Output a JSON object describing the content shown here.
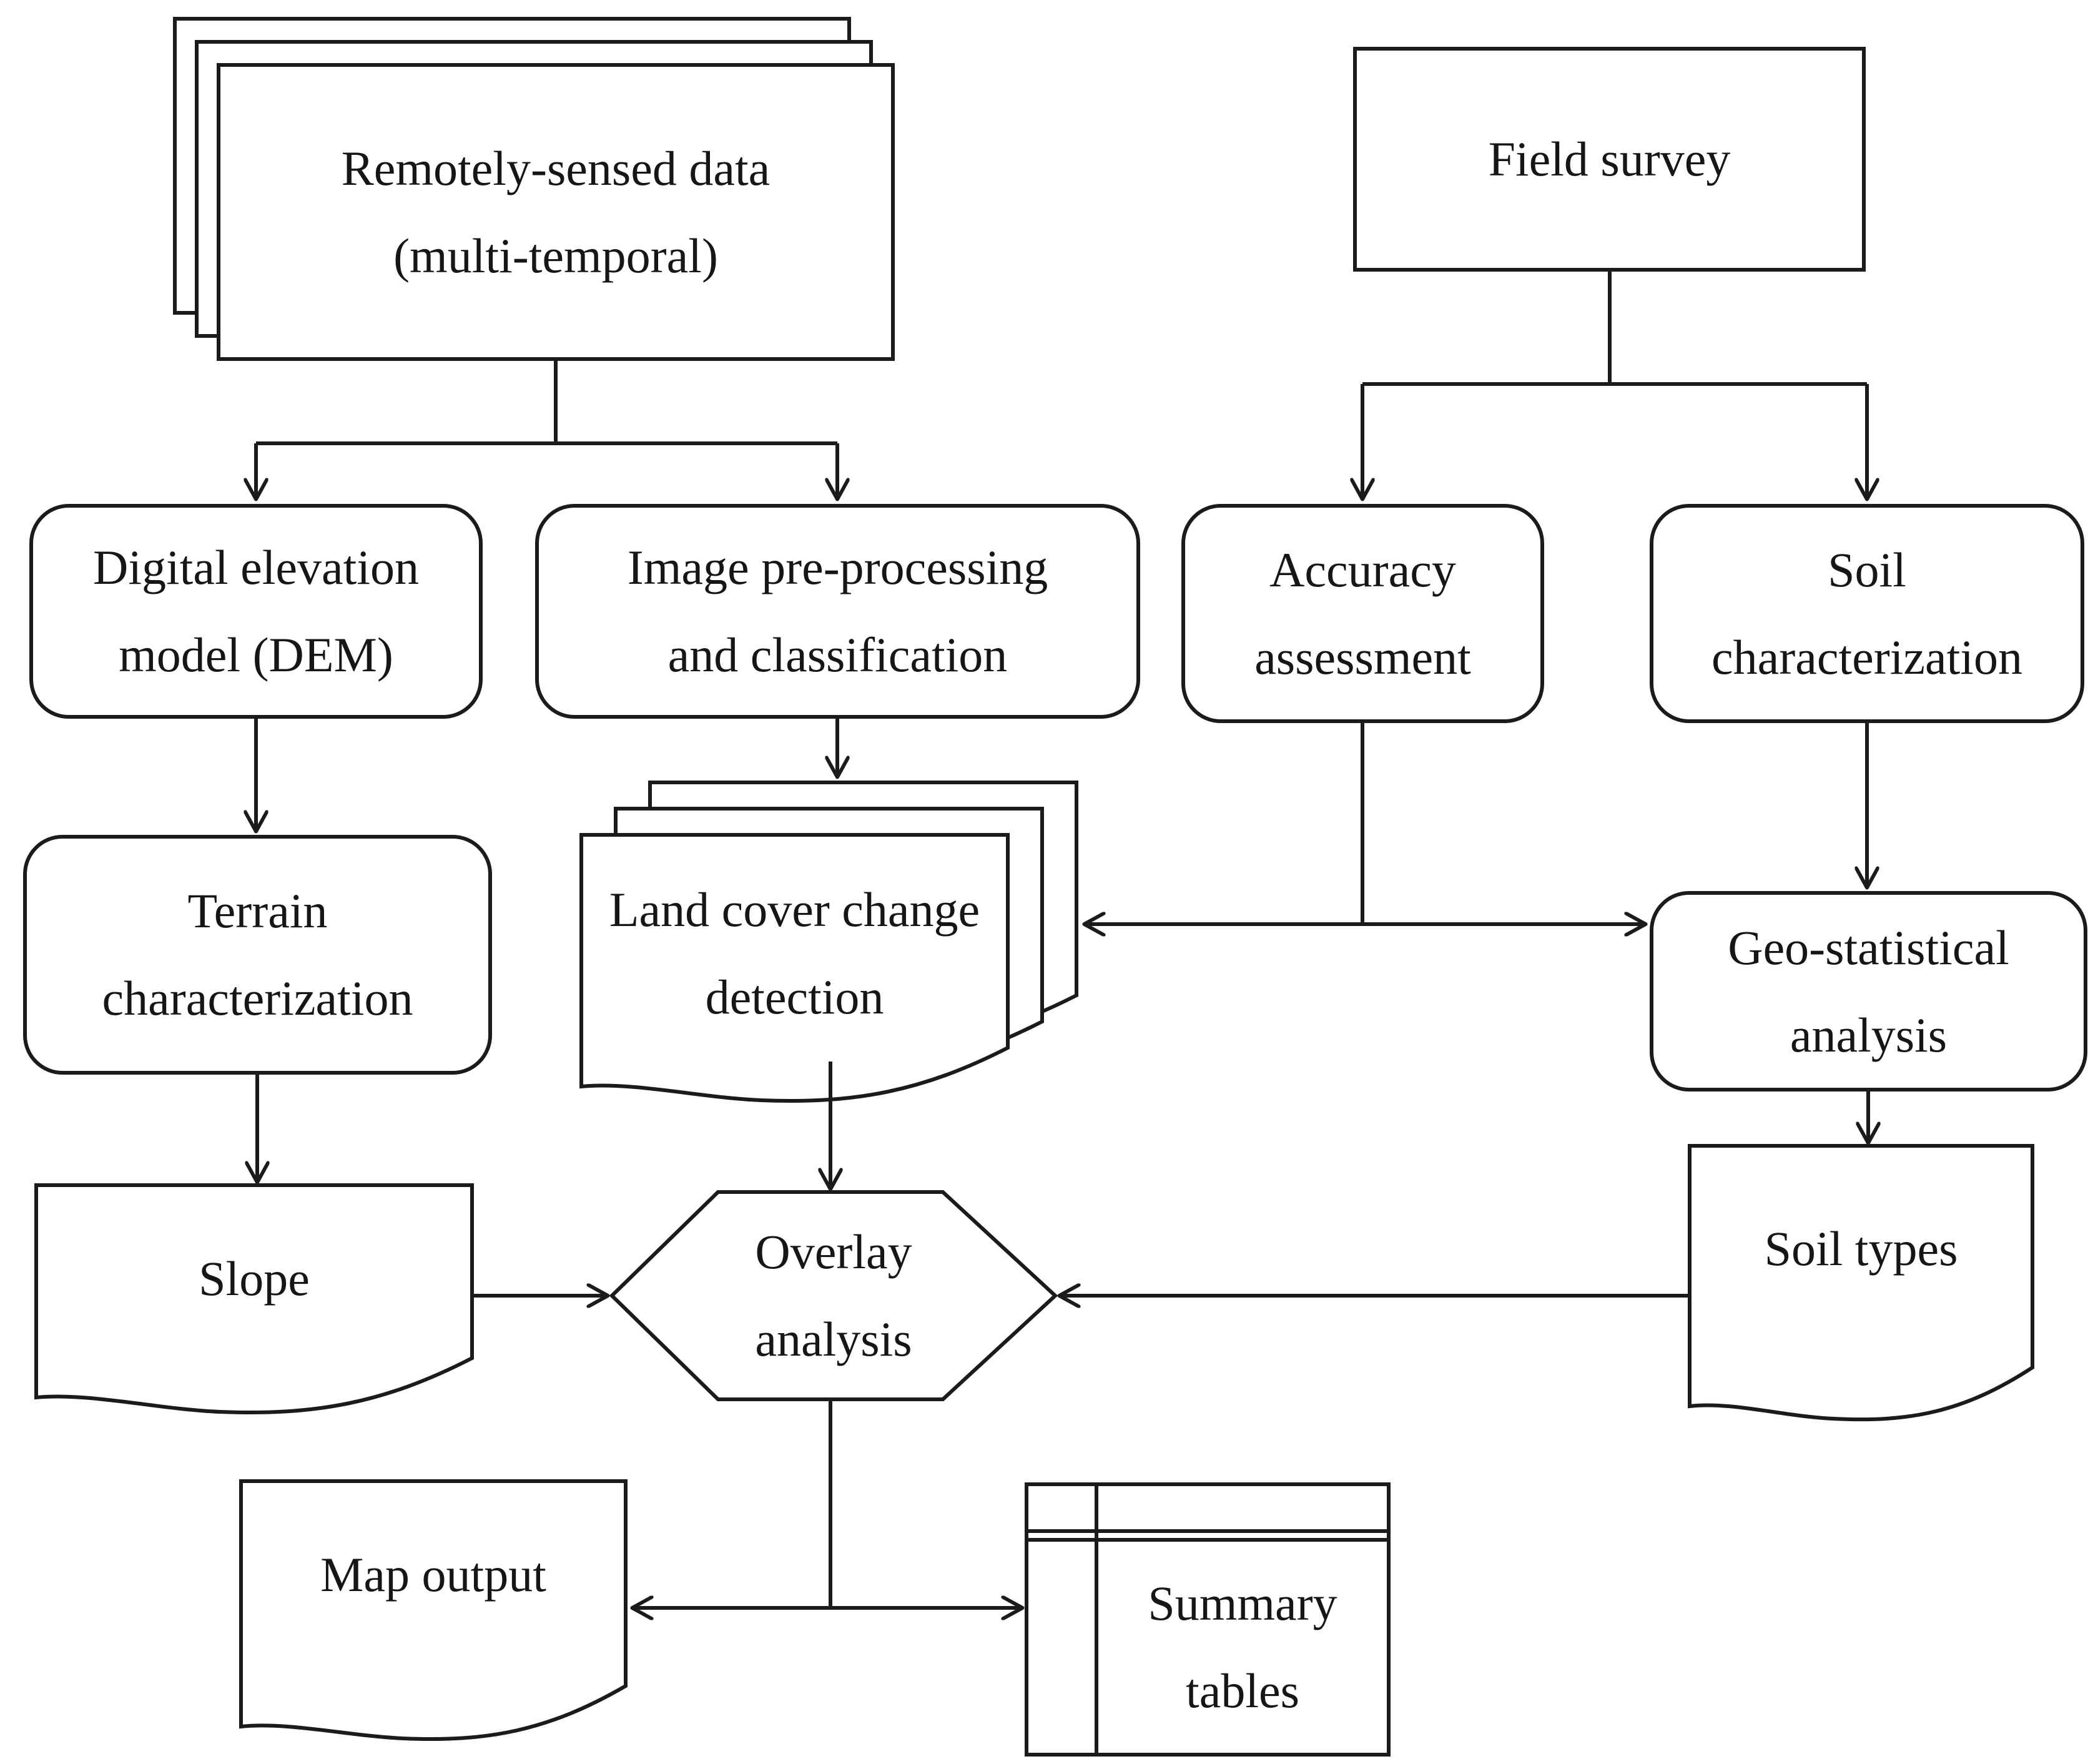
{
  "figure": {
    "type": "flowchart",
    "background": "#ffffff",
    "stroke_color": "#1b1b1b",
    "node_fill": "#ffffff"
  },
  "nodes": {
    "remote_data": {
      "shape": "stacked-rectangles",
      "lines": [
        "Remotely-sensed data",
        "(multi-temporal)"
      ]
    },
    "field_survey": {
      "shape": "rectangle",
      "lines": [
        "Field survey"
      ]
    },
    "dem": {
      "shape": "rounded-rectangle",
      "lines": [
        "Digital elevation",
        "model (DEM)"
      ]
    },
    "image_preprocessing": {
      "shape": "rounded-rectangle",
      "lines": [
        "Image pre-processing",
        "and classification"
      ]
    },
    "accuracy_assessment": {
      "shape": "rounded-rectangle",
      "lines": [
        "Accuracy",
        "assessment"
      ]
    },
    "soil_characterization": {
      "shape": "rounded-rectangle",
      "lines": [
        "Soil",
        "characterization"
      ]
    },
    "terrain_characterization": {
      "shape": "rounded-rectangle",
      "lines": [
        "Terrain",
        "characterization"
      ]
    },
    "land_cover_change": {
      "shape": "stacked-documents",
      "lines": [
        "Land cover change",
        "detection"
      ]
    },
    "geo_statistical": {
      "shape": "rounded-rectangle",
      "lines": [
        "Geo-statistical",
        "analysis"
      ]
    },
    "slope": {
      "shape": "document",
      "lines": [
        "Slope"
      ]
    },
    "soil_types": {
      "shape": "document",
      "lines": [
        "Soil types"
      ]
    },
    "overlay_analysis": {
      "shape": "hexagon",
      "lines": [
        "Overlay",
        "analysis"
      ]
    },
    "map_output": {
      "shape": "document",
      "lines": [
        "Map output"
      ]
    },
    "summary_tables": {
      "shape": "table",
      "lines": [
        "Summary",
        "tables"
      ]
    }
  },
  "edges": [
    {
      "from": "remote_data",
      "to": "dem"
    },
    {
      "from": "remote_data",
      "to": "image_preprocessing"
    },
    {
      "from": "field_survey",
      "to": "accuracy_assessment"
    },
    {
      "from": "field_survey",
      "to": "soil_characterization"
    },
    {
      "from": "dem",
      "to": "terrain_characterization"
    },
    {
      "from": "image_preprocessing",
      "to": "land_cover_change"
    },
    {
      "from": "accuracy_assessment",
      "to": "land_cover_change"
    },
    {
      "from": "accuracy_assessment",
      "to": "geo_statistical"
    },
    {
      "from": "soil_characterization",
      "to": "geo_statistical"
    },
    {
      "from": "terrain_characterization",
      "to": "slope"
    },
    {
      "from": "geo_statistical",
      "to": "soil_types"
    },
    {
      "from": "land_cover_change",
      "to": "overlay_analysis"
    },
    {
      "from": "slope",
      "to": "overlay_analysis"
    },
    {
      "from": "soil_types",
      "to": "overlay_analysis"
    },
    {
      "from": "overlay_analysis",
      "to": "map_output"
    },
    {
      "from": "overlay_analysis",
      "to": "summary_tables"
    }
  ]
}
